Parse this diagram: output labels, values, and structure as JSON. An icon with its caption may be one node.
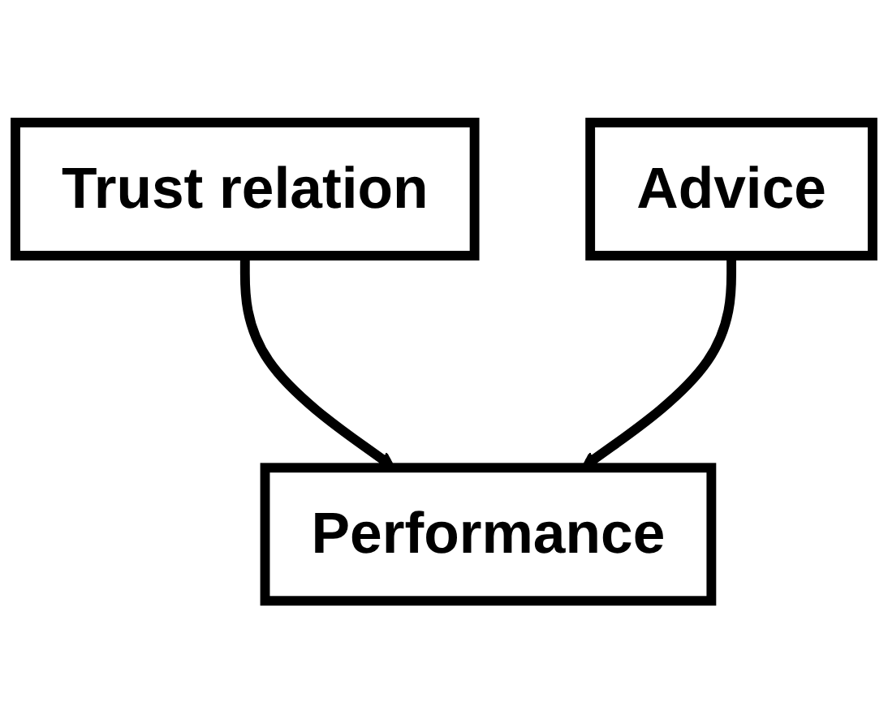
{
  "diagram": {
    "nodes": [
      {
        "text": [
          "Trust relation"
        ]
      },
      {
        "text": [
          "Advice"
        ]
      },
      {
        "text": [
          "Performance"
        ]
      }
    ],
    "edges": [
      {
        "from": 0,
        "to": 2,
        "arrow": "to"
      },
      {
        "from": 1,
        "to": 2,
        "arrow": "to"
      }
    ]
  }
}
